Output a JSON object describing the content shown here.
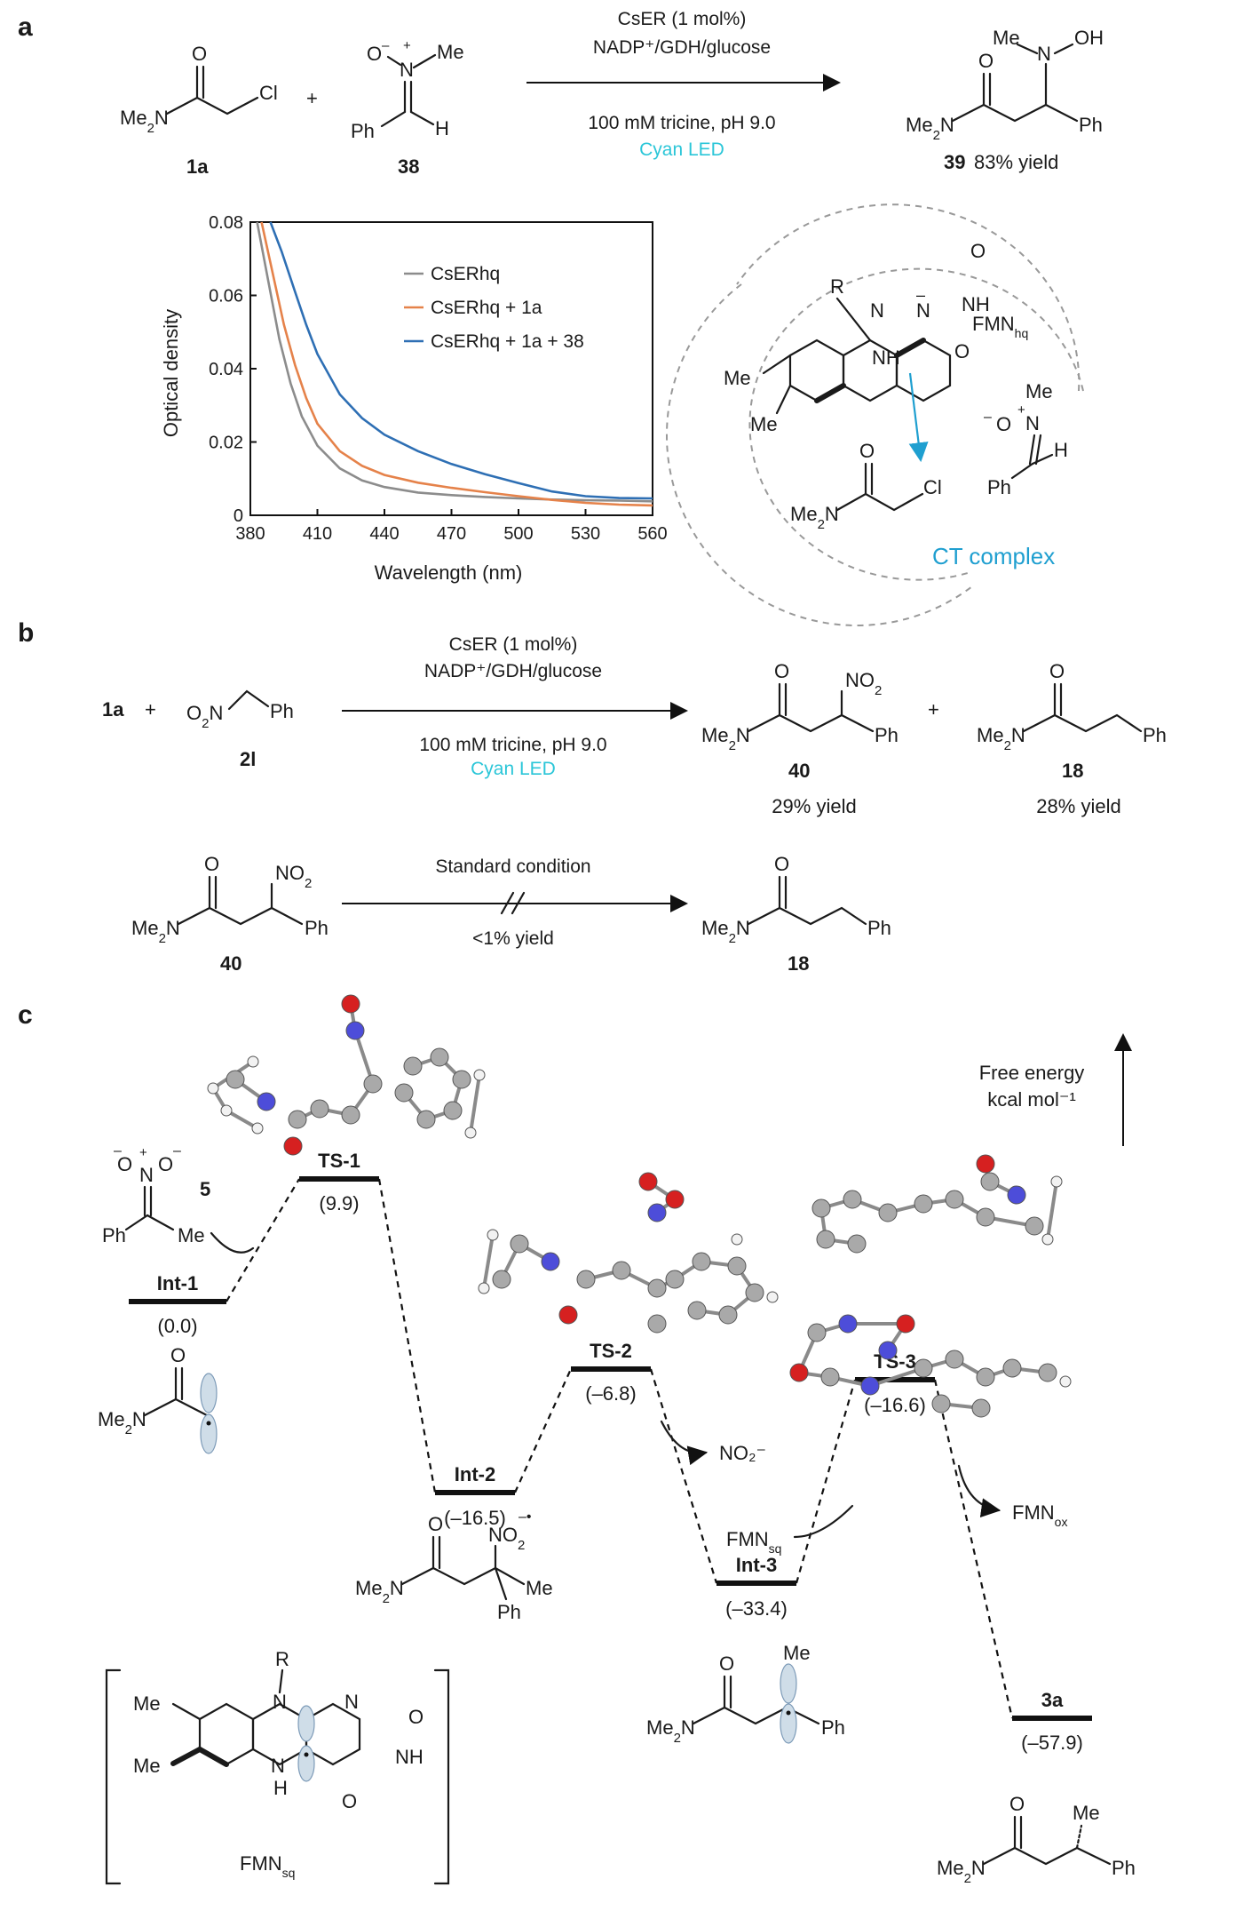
{
  "panels": {
    "a": "a",
    "b": "b",
    "c": "c"
  },
  "panel_a": {
    "reagent_1a": "1a",
    "reagent_38": "38",
    "product_39": "39",
    "yield_39": "83% yield",
    "plus": "+",
    "cond_top1": "CsER (1 mol%)",
    "cond_top2": "NADP⁺/GDH/glucose",
    "cond_bot1": "100 mM tricine, pH 9.0",
    "cond_light": "Cyan LED",
    "ct_label": "CT complex",
    "fmn_label": "FMNhq"
  },
  "chart_data": {
    "type": "line",
    "xlabel": "Wavelength (nm)",
    "ylabel": "Optical density",
    "xlim": [
      380,
      560
    ],
    "ylim": [
      0,
      0.08
    ],
    "xticks": [
      380,
      410,
      440,
      470,
      500,
      530,
      560
    ],
    "yticks": [
      0,
      0.02,
      0.04,
      0.06,
      0.08
    ],
    "ytick_labels": [
      "0",
      "0.02",
      "0.04",
      "0.06",
      "0.08"
    ],
    "legend_position": "top-right",
    "series": [
      {
        "name": "CsERhq",
        "color": "#8c8c8c",
        "x": [
          383,
          388,
          393,
          398,
          403,
          410,
          420,
          430,
          440,
          455,
          470,
          485,
          500,
          515,
          530,
          545,
          560
        ],
        "y": [
          0.08,
          0.064,
          0.048,
          0.036,
          0.027,
          0.019,
          0.0128,
          0.0095,
          0.0077,
          0.0062,
          0.0055,
          0.005,
          0.0046,
          0.0043,
          0.0041,
          0.004,
          0.0038
        ]
      },
      {
        "name": "CsERhq + 1a",
        "color": "#e5824a",
        "x": [
          385,
          390,
          395,
          400,
          405,
          410,
          420,
          430,
          440,
          455,
          470,
          485,
          500,
          515,
          530,
          545,
          560
        ],
        "y": [
          0.08,
          0.066,
          0.052,
          0.041,
          0.032,
          0.025,
          0.0175,
          0.0135,
          0.011,
          0.0089,
          0.0075,
          0.0063,
          0.0052,
          0.0042,
          0.0034,
          0.0029,
          0.0027
        ]
      },
      {
        "name": "CsERhq + 1a + 38",
        "color": "#2e6fb4",
        "x": [
          389,
          394,
          400,
          405,
          410,
          420,
          430,
          440,
          455,
          470,
          485,
          500,
          515,
          530,
          545,
          560
        ],
        "y": [
          0.08,
          0.072,
          0.061,
          0.052,
          0.044,
          0.033,
          0.0265,
          0.022,
          0.0175,
          0.014,
          0.0112,
          0.0088,
          0.0065,
          0.0052,
          0.0047,
          0.0046
        ]
      }
    ]
  },
  "panel_b": {
    "reagent_1a": "1a",
    "reagent_2l": "2l",
    "product_40": "40",
    "product_18": "18",
    "yield_40": "29% yield",
    "yield_18": "28% yield",
    "plus": "+",
    "cond_top1": "CsER (1 mol%)",
    "cond_top2": "NADP⁺/GDH/glucose",
    "cond_bot1": "100 mM tricine, pH 9.0",
    "cond_light": "Cyan LED",
    "std_cond": "Standard condition",
    "std_yield": "<1% yield",
    "sm_40": "40",
    "prod_18b": "18"
  },
  "panel_c": {
    "axis_label1": "Free energy",
    "axis_label2": "kcal mol⁻¹",
    "levels": [
      {
        "name": "Int-1",
        "energy": "(0.0)"
      },
      {
        "name": "TS-1",
        "energy": "(9.9)"
      },
      {
        "name": "Int-2",
        "energy": "(–16.5)"
      },
      {
        "name": "TS-2",
        "energy": "(–6.8)"
      },
      {
        "name": "Int-3",
        "energy": "(–33.4)"
      },
      {
        "name": "TS-3",
        "energy": "(–16.6)"
      },
      {
        "name": "3a",
        "energy": "(–57.9)"
      }
    ],
    "reagent_5": "5",
    "no2_leaving": "NO₂⁻",
    "fmnsq_in": "FMNsq",
    "fmnox_out": "FMNox",
    "fmnsq_bracket": "FMNsq"
  }
}
